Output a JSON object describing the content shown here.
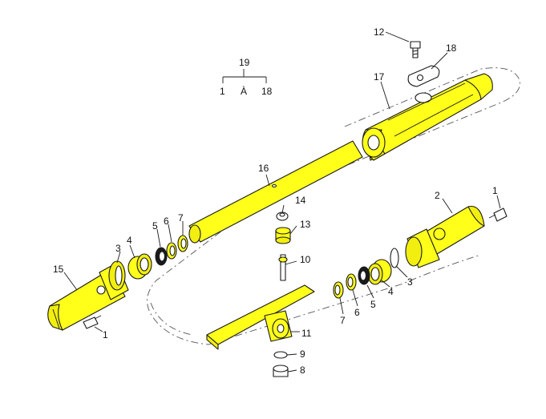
{
  "callouts": {
    "c1a": "1",
    "c1b": "1",
    "c2": "2",
    "c3a": "3",
    "c3b": "3",
    "c4a": "4",
    "c4b": "4",
    "c5a": "5",
    "c5b": "5",
    "c6a": "6",
    "c6b": "6",
    "c7a": "7",
    "c7b": "7",
    "c8": "8",
    "c9": "9",
    "c10": "10",
    "c11": "11",
    "c12": "12",
    "c13": "13",
    "c14": "14",
    "c15": "15",
    "c16": "16",
    "c17": "17",
    "c18": "18",
    "kit_number": "19",
    "kit_from": "1",
    "kit_to_word": "À",
    "kit_to": "18"
  },
  "colors": {
    "highlight": "#ffff1a",
    "outline": "#1a1a1a"
  }
}
